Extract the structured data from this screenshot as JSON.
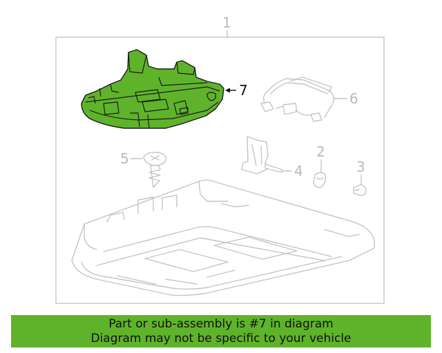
{
  "diagram": {
    "callouts": {
      "c1": "1",
      "c2": "2",
      "c3": "3",
      "c4": "4",
      "c5": "5",
      "c6": "6",
      "c7": "7"
    },
    "highlighted_part": "7",
    "highlight_color": "#5fb32a",
    "line_color": "#c4c4c4"
  },
  "banner": {
    "line1": "Part or sub-assembly is #7 in diagram",
    "line2": "Diagram may not be specific to your vehicle",
    "background": "#5fb32a"
  }
}
